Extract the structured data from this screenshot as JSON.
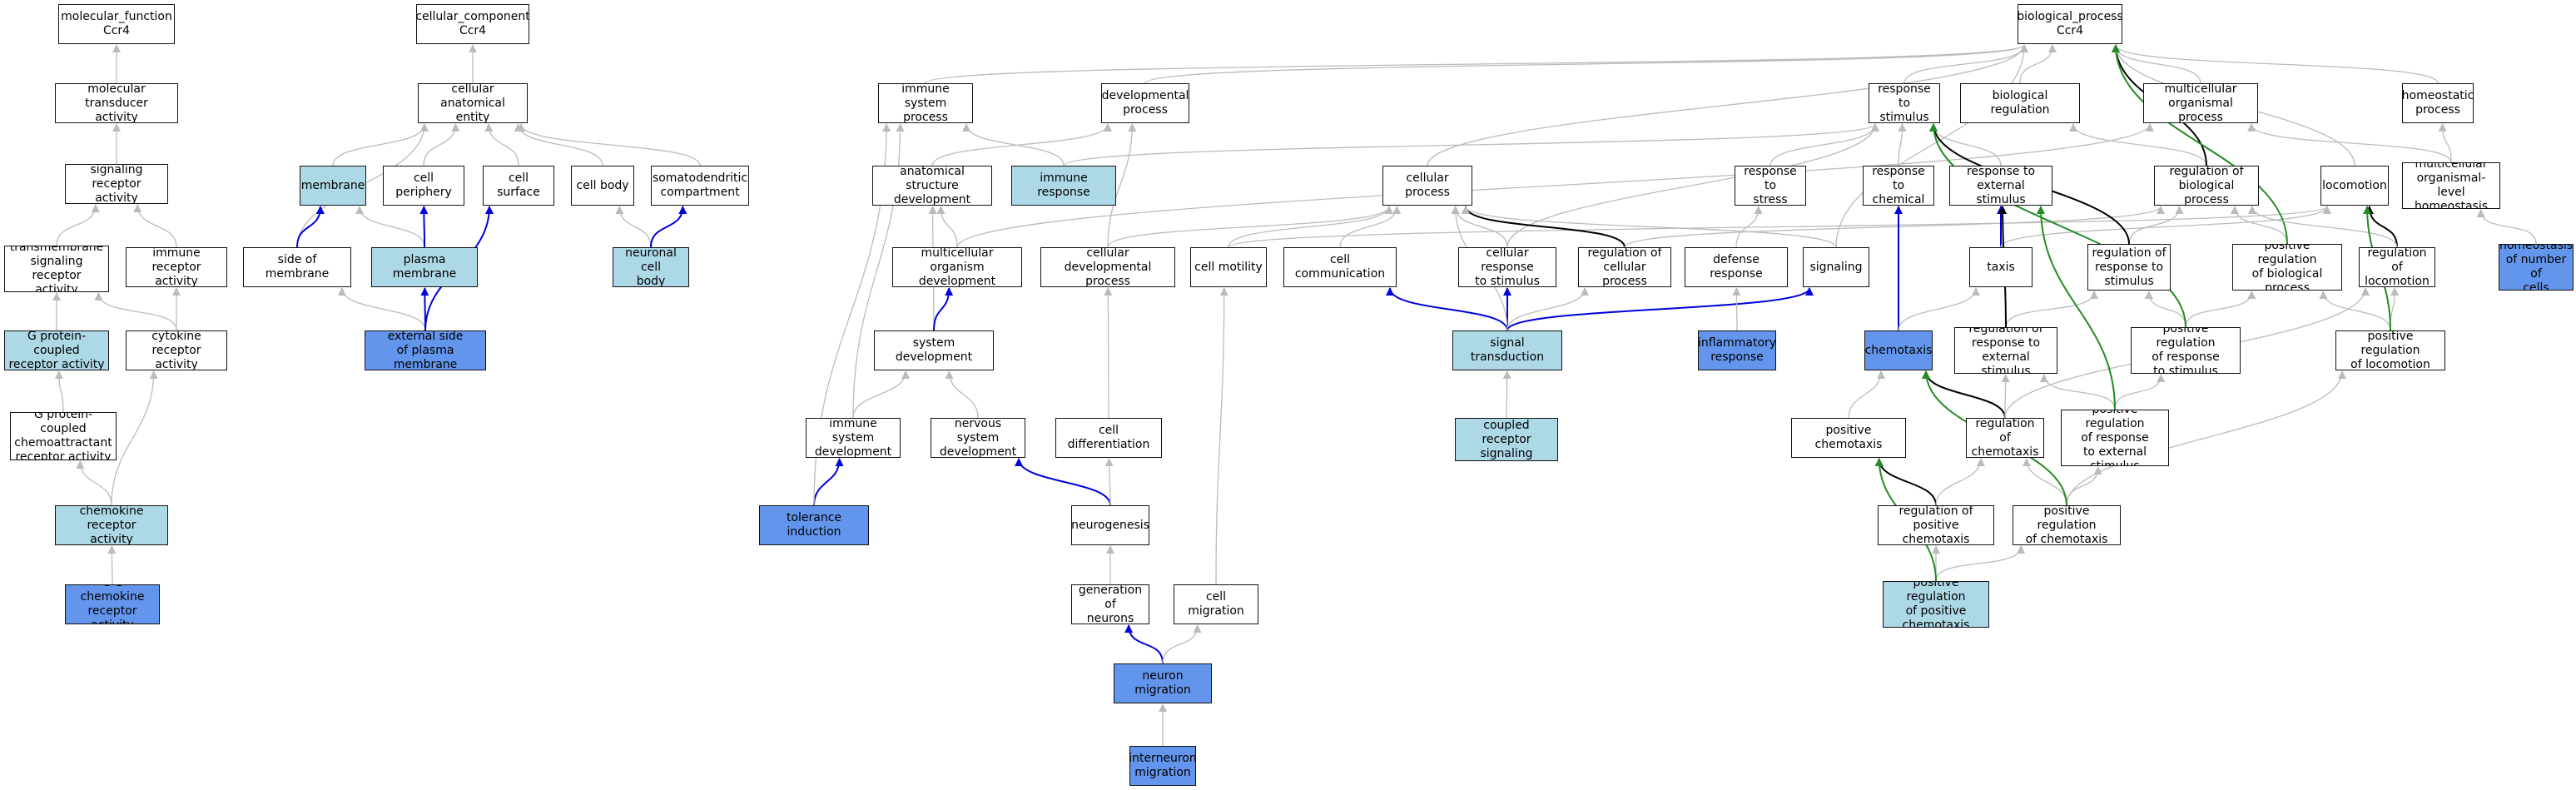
{
  "palette": {
    "white": "#ffffff",
    "light": "#add8e6",
    "dark": "#6495ed",
    "edge_gray": "#bbbbbb",
    "edge_black": "#000000",
    "edge_blue": "#0000dd",
    "edge_green": "#228b22"
  },
  "nodes": {
    "mf_root": {
      "label": "molecular_function\nCcr4",
      "color": "white"
    },
    "mol_transducer": {
      "label": "molecular transducer\nactivity",
      "color": "white"
    },
    "signaling_receptor": {
      "label": "signaling receptor\nactivity",
      "color": "white"
    },
    "transmembrane_receptor": {
      "label": "transmembrane\nsignaling receptor\nactivity",
      "color": "white"
    },
    "immune_receptor": {
      "label": "immune receptor\nactivity",
      "color": "white"
    },
    "gpcr_activity": {
      "label": "G protein-coupled\nreceptor activity",
      "color": "light"
    },
    "cytokine_receptor": {
      "label": "cytokine receptor\nactivity",
      "color": "white"
    },
    "gpc_chemoattractant": {
      "label": "G protein-coupled\nchemoattractant\nreceptor activity",
      "color": "white"
    },
    "chemokine_receptor": {
      "label": "chemokine receptor\nactivity",
      "color": "light"
    },
    "cc_chemokine": {
      "label": "C-C chemokine\nreceptor activity",
      "color": "dark"
    },
    "cc_root": {
      "label": "cellular_component\nCcr4",
      "color": "white"
    },
    "cell_anat_entity": {
      "label": "cellular anatomical\nentity",
      "color": "white"
    },
    "membrane": {
      "label": "membrane",
      "color": "light"
    },
    "cell_periphery": {
      "label": "cell periphery",
      "color": "white"
    },
    "cell_surface": {
      "label": "cell surface",
      "color": "white"
    },
    "cell_body": {
      "label": "cell body",
      "color": "white"
    },
    "somatodendritic": {
      "label": "somatodendritic\ncompartment",
      "color": "white"
    },
    "side_of_membrane": {
      "label": "side of membrane",
      "color": "white"
    },
    "plasma_membrane": {
      "label": "plasma membrane",
      "color": "light"
    },
    "neuronal_cell_body": {
      "label": "neuronal cell\nbody",
      "color": "light"
    },
    "external_side_pm": {
      "label": "external side\nof plasma membrane",
      "color": "dark"
    },
    "bp_root": {
      "label": "biological_process\nCcr4",
      "color": "white"
    },
    "immune_system_process": {
      "label": "immune system\nprocess",
      "color": "white"
    },
    "developmental_process": {
      "label": "developmental\nprocess",
      "color": "white"
    },
    "anat_struct_dev": {
      "label": "anatomical structure\ndevelopment",
      "color": "white"
    },
    "immune_response": {
      "label": "immune response",
      "color": "light"
    },
    "multicell_org_dev": {
      "label": "multicellular\norganism development",
      "color": "white"
    },
    "cellular_dev_process": {
      "label": "cellular developmental\nprocess",
      "color": "white"
    },
    "system_development": {
      "label": "system development",
      "color": "white"
    },
    "immune_system_dev": {
      "label": "immune system\ndevelopment",
      "color": "white"
    },
    "nervous_system_dev": {
      "label": "nervous system\ndevelopment",
      "color": "white"
    },
    "cell_differentiation": {
      "label": "cell differentiation",
      "color": "white"
    },
    "tolerance_induction": {
      "label": "tolerance induction",
      "color": "dark"
    },
    "neurogenesis": {
      "label": "neurogenesis",
      "color": "white"
    },
    "generation_of_neurons": {
      "label": "generation of\nneurons",
      "color": "white"
    },
    "cell_migration": {
      "label": "cell migration",
      "color": "white"
    },
    "neuron_migration": {
      "label": "neuron migration",
      "color": "dark"
    },
    "interneuron_migration": {
      "label": "interneuron\nmigration",
      "color": "dark"
    },
    "cellular_process": {
      "label": "cellular process",
      "color": "white"
    },
    "cell_motility": {
      "label": "cell motility",
      "color": "white"
    },
    "cell_communication": {
      "label": "cell communication",
      "color": "white"
    },
    "cellular_response_stim": {
      "label": "cellular response\nto stimulus",
      "color": "white"
    },
    "reg_cellular_process": {
      "label": "regulation of\ncellular process",
      "color": "white"
    },
    "signal_transduction": {
      "label": "signal transduction",
      "color": "light"
    },
    "gpcr_pathway": {
      "label": "G protein-coupled\nreceptor signaling\npathway",
      "color": "light"
    },
    "response_to_stimulus": {
      "label": "response to\nstimulus",
      "color": "white"
    },
    "biological_regulation": {
      "label": "biological regulation",
      "color": "white"
    },
    "multicell_org_process": {
      "label": "multicellular\norganismal process",
      "color": "white"
    },
    "homeostatic_process": {
      "label": "homeostatic\nprocess",
      "color": "white"
    },
    "response_to_stress": {
      "label": "response to\nstress",
      "color": "white"
    },
    "response_to_chemical": {
      "label": "response to\nchemical",
      "color": "white"
    },
    "response_ext_stim": {
      "label": "response to\nexternal stimulus",
      "color": "white"
    },
    "reg_bio_process": {
      "label": "regulation of\nbiological process",
      "color": "white"
    },
    "locomotion": {
      "label": "locomotion",
      "color": "white"
    },
    "multicell_org_homeostasis": {
      "label": "multicellular\norganismal-level\nhomeostasis",
      "color": "white"
    },
    "defense_response": {
      "label": "defense response",
      "color": "white"
    },
    "signaling": {
      "label": "signaling",
      "color": "white"
    },
    "taxis": {
      "label": "taxis",
      "color": "white"
    },
    "reg_response_stim": {
      "label": "regulation of\nresponse to\nstimulus",
      "color": "white"
    },
    "pos_reg_bio_process": {
      "label": "positive regulation\nof biological\nprocess",
      "color": "white"
    },
    "reg_locomotion": {
      "label": "regulation of\nlocomotion",
      "color": "white"
    },
    "homeostasis_cells": {
      "label": "homeostasis\nof number of\ncells",
      "color": "dark"
    },
    "inflammatory_response": {
      "label": "inflammatory\nresponse",
      "color": "dark"
    },
    "chemotaxis": {
      "label": "chemotaxis",
      "color": "dark"
    },
    "reg_response_ext_stim": {
      "label": "regulation of\nresponse to\nexternal stimulus",
      "color": "white"
    },
    "pos_reg_response_stim": {
      "label": "positive regulation\nof response\nto stimulus",
      "color": "white"
    },
    "pos_reg_locomotion": {
      "label": "positive regulation\nof locomotion",
      "color": "white"
    },
    "positive_chemotaxis": {
      "label": "positive chemotaxis",
      "color": "white"
    },
    "reg_chemotaxis": {
      "label": "regulation of\nchemotaxis",
      "color": "white"
    },
    "pos_reg_response_ext": {
      "label": "positive regulation\nof response\nto external\nstimulus",
      "color": "white"
    },
    "reg_pos_chemotaxis": {
      "label": "regulation of\npositive chemotaxis",
      "color": "white"
    },
    "pos_reg_chemotaxis": {
      "label": "positive regulation\nof chemotaxis",
      "color": "white"
    },
    "pos_reg_pos_chemotaxis": {
      "label": "positive regulation\nof positive\nchemotaxis",
      "color": "light"
    }
  },
  "edges": [
    [
      "mol_transducer",
      "mf_root",
      "gray"
    ],
    [
      "signaling_receptor",
      "mol_transducer",
      "gray"
    ],
    [
      "transmembrane_receptor",
      "signaling_receptor",
      "gray"
    ],
    [
      "immune_receptor",
      "signaling_receptor",
      "gray"
    ],
    [
      "gpcr_activity",
      "transmembrane_receptor",
      "gray"
    ],
    [
      "cytokine_receptor",
      "transmembrane_receptor",
      "gray"
    ],
    [
      "cytokine_receptor",
      "immune_receptor",
      "gray"
    ],
    [
      "gpc_chemoattractant",
      "gpcr_activity",
      "gray"
    ],
    [
      "chemokine_receptor",
      "gpc_chemoattractant",
      "gray"
    ],
    [
      "chemokine_receptor",
      "cytokine_receptor",
      "gray"
    ],
    [
      "cc_chemokine",
      "chemokine_receptor",
      "gray"
    ],
    [
      "cell_anat_entity",
      "cc_root",
      "gray"
    ],
    [
      "membrane",
      "cell_anat_entity",
      "gray"
    ],
    [
      "cell_periphery",
      "cell_anat_entity",
      "gray"
    ],
    [
      "cell_surface",
      "cell_anat_entity",
      "gray"
    ],
    [
      "cell_body",
      "cell_anat_entity",
      "gray"
    ],
    [
      "somatodendritic",
      "cell_anat_entity",
      "gray"
    ],
    [
      "side_of_membrane",
      "cell_anat_entity",
      "gray"
    ],
    [
      "side_of_membrane",
      "membrane",
      "blue"
    ],
    [
      "plasma_membrane",
      "membrane",
      "gray"
    ],
    [
      "plasma_membrane",
      "cell_periphery",
      "blue"
    ],
    [
      "neuronal_cell_body",
      "cell_body",
      "gray"
    ],
    [
      "neuronal_cell_body",
      "somatodendritic",
      "blue"
    ],
    [
      "external_side_pm",
      "side_of_membrane",
      "gray"
    ],
    [
      "external_side_pm",
      "plasma_membrane",
      "blue"
    ],
    [
      "external_side_pm",
      "cell_surface",
      "blue"
    ],
    [
      "immune_system_process",
      "bp_root",
      "gray"
    ],
    [
      "developmental_process",
      "bp_root",
      "gray"
    ],
    [
      "anat_struct_dev",
      "developmental_process",
      "gray"
    ],
    [
      "immune_response",
      "immune_system_process",
      "gray"
    ],
    [
      "immune_response",
      "response_to_stimulus",
      "gray"
    ],
    [
      "multicell_org_dev",
      "anat_struct_dev",
      "gray"
    ],
    [
      "multicell_org_dev",
      "multicell_org_process",
      "gray"
    ],
    [
      "cellular_dev_process",
      "developmental_process",
      "gray"
    ],
    [
      "cellular_dev_process",
      "cellular_process",
      "gray"
    ],
    [
      "system_development",
      "anat_struct_dev",
      "gray"
    ],
    [
      "system_development",
      "multicell_org_dev",
      "blue"
    ],
    [
      "immune_system_dev",
      "system_development",
      "gray"
    ],
    [
      "immune_system_dev",
      "immune_system_process",
      "gray"
    ],
    [
      "nervous_system_dev",
      "system_development",
      "gray"
    ],
    [
      "cell_differentiation",
      "cellular_dev_process",
      "gray"
    ],
    [
      "tolerance_induction",
      "immune_system_dev",
      "blue"
    ],
    [
      "tolerance_induction",
      "immune_system_process",
      "gray"
    ],
    [
      "neurogenesis",
      "nervous_system_dev",
      "blue"
    ],
    [
      "neurogenesis",
      "cell_differentiation",
      "gray"
    ],
    [
      "generation_of_neurons",
      "neurogenesis",
      "gray"
    ],
    [
      "cell_migration",
      "cell_motility",
      "gray"
    ],
    [
      "neuron_migration",
      "generation_of_neurons",
      "blue"
    ],
    [
      "neuron_migration",
      "cell_migration",
      "gray"
    ],
    [
      "interneuron_migration",
      "neuron_migration",
      "gray"
    ],
    [
      "cellular_process",
      "bp_root",
      "gray"
    ],
    [
      "cell_motility",
      "cellular_process",
      "gray"
    ],
    [
      "cell_motility",
      "locomotion",
      "gray"
    ],
    [
      "cell_communication",
      "cellular_process",
      "gray"
    ],
    [
      "cellular_response_stim",
      "cellular_process",
      "gray"
    ],
    [
      "cellular_response_stim",
      "response_to_stimulus",
      "gray"
    ],
    [
      "reg_cellular_process",
      "cellular_process",
      "black"
    ],
    [
      "reg_cellular_process",
      "reg_bio_process",
      "gray"
    ],
    [
      "signal_transduction",
      "cell_communication",
      "blue"
    ],
    [
      "signal_transduction",
      "cellular_response_stim",
      "blue"
    ],
    [
      "signal_transduction",
      "reg_cellular_process",
      "gray"
    ],
    [
      "signal_transduction",
      "signaling",
      "blue"
    ],
    [
      "signal_transduction",
      "cellular_process",
      "gray"
    ],
    [
      "gpcr_pathway",
      "signal_transduction",
      "gray"
    ],
    [
      "response_to_stimulus",
      "bp_root",
      "gray"
    ],
    [
      "biological_regulation",
      "bp_root",
      "gray"
    ],
    [
      "multicell_org_process",
      "bp_root",
      "gray"
    ],
    [
      "homeostatic_process",
      "bp_root",
      "gray"
    ],
    [
      "response_to_stress",
      "response_to_stimulus",
      "gray"
    ],
    [
      "response_to_chemical",
      "response_to_stimulus",
      "gray"
    ],
    [
      "response_ext_stim",
      "response_to_stimulus",
      "gray"
    ],
    [
      "reg_bio_process",
      "biological_regulation",
      "gray"
    ],
    [
      "reg_bio_process",
      "bp_root",
      "black"
    ],
    [
      "locomotion",
      "bp_root",
      "gray"
    ],
    [
      "multicell_org_homeostasis",
      "homeostatic_process",
      "gray"
    ],
    [
      "multicell_org_homeostasis",
      "multicell_org_process",
      "gray"
    ],
    [
      "defense_response",
      "response_to_stress",
      "gray"
    ],
    [
      "signaling",
      "cellular_process",
      "gray"
    ],
    [
      "signaling",
      "bp_root",
      "gray"
    ],
    [
      "taxis",
      "response_ext_stim",
      "blue"
    ],
    [
      "taxis",
      "locomotion",
      "gray"
    ],
    [
      "reg_response_stim",
      "reg_bio_process",
      "gray"
    ],
    [
      "reg_response_stim",
      "response_to_stimulus",
      "black"
    ],
    [
      "pos_reg_bio_process",
      "reg_bio_process",
      "gray"
    ],
    [
      "pos_reg_bio_process",
      "bp_root",
      "green"
    ],
    [
      "reg_locomotion",
      "locomotion",
      "black"
    ],
    [
      "reg_locomotion",
      "reg_bio_process",
      "gray"
    ],
    [
      "homeostasis_cells",
      "multicell_org_homeostasis",
      "gray"
    ],
    [
      "inflammatory_response",
      "defense_response",
      "gray"
    ],
    [
      "chemotaxis",
      "response_to_chemical",
      "blue"
    ],
    [
      "chemotaxis",
      "taxis",
      "gray"
    ],
    [
      "reg_response_ext_stim",
      "reg_response_stim",
      "gray"
    ],
    [
      "reg_response_ext_stim",
      "response_ext_stim",
      "black"
    ],
    [
      "pos_reg_response_stim",
      "reg_response_stim",
      "gray"
    ],
    [
      "pos_reg_response_stim",
      "pos_reg_bio_process",
      "gray"
    ],
    [
      "pos_reg_response_stim",
      "response_to_stimulus",
      "green"
    ],
    [
      "pos_reg_locomotion",
      "reg_locomotion",
      "gray"
    ],
    [
      "pos_reg_locomotion",
      "pos_reg_bio_process",
      "gray"
    ],
    [
      "pos_reg_locomotion",
      "locomotion",
      "green"
    ],
    [
      "positive_chemotaxis",
      "chemotaxis",
      "gray"
    ],
    [
      "reg_chemotaxis",
      "chemotaxis",
      "black"
    ],
    [
      "reg_chemotaxis",
      "reg_response_ext_stim",
      "gray"
    ],
    [
      "reg_chemotaxis",
      "reg_locomotion",
      "gray"
    ],
    [
      "pos_reg_response_ext",
      "reg_response_ext_stim",
      "gray"
    ],
    [
      "pos_reg_response_ext",
      "pos_reg_response_stim",
      "gray"
    ],
    [
      "pos_reg_response_ext",
      "response_ext_stim",
      "green"
    ],
    [
      "reg_pos_chemotaxis",
      "positive_chemotaxis",
      "black"
    ],
    [
      "reg_pos_chemotaxis",
      "reg_chemotaxis",
      "gray"
    ],
    [
      "pos_reg_chemotaxis",
      "reg_chemotaxis",
      "gray"
    ],
    [
      "pos_reg_chemotaxis",
      "pos_reg_response_ext",
      "gray"
    ],
    [
      "pos_reg_chemotaxis",
      "pos_reg_locomotion",
      "gray"
    ],
    [
      "pos_reg_chemotaxis",
      "chemotaxis",
      "green"
    ],
    [
      "pos_reg_pos_chemotaxis",
      "reg_pos_chemotaxis",
      "gray"
    ],
    [
      "pos_reg_pos_chemotaxis",
      "pos_reg_chemotaxis",
      "gray"
    ],
    [
      "pos_reg_pos_chemotaxis",
      "positive_chemotaxis",
      "green"
    ]
  ]
}
